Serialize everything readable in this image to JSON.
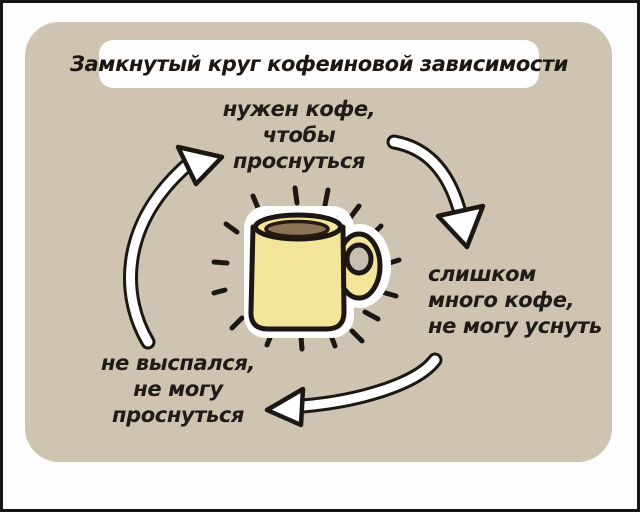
{
  "title": "Замкнутый круг кофеиновой зависимости",
  "cycle": {
    "type": "cycle-diagram",
    "steps": [
      {
        "id": "need-coffee-to-wake-up",
        "position": "top",
        "label": "нужен кофе,\nчтобы\nпроснуться"
      },
      {
        "id": "too-much-coffee-cant-sleep",
        "position": "right",
        "label": "слишком\nмного кофе,\nне могу уснуть"
      },
      {
        "id": "sleep-deprived-cant-wake-up",
        "position": "bottom-left",
        "label": "не выспался,\nне могу\nпроснуться"
      }
    ],
    "connectors": [
      {
        "from": "sleep-deprived-cant-wake-up",
        "to": "need-coffee-to-wake-up",
        "direction": "up-right"
      },
      {
        "from": "need-coffee-to-wake-up",
        "to": "too-much-coffee-cant-sleep",
        "direction": "down-right"
      },
      {
        "from": "too-much-coffee-cant-sleep",
        "to": "sleep-deprived-cant-wake-up",
        "direction": "left"
      }
    ],
    "center_icon": "coffee-mug-icon"
  },
  "colors": {
    "panel_background": "#cfc4b1",
    "page_margin": "#fdfdfd",
    "outer_border": "#161616",
    "ink": "#1c1713",
    "title_box": "#fefefe",
    "mug_body": "#f3e59a",
    "coffee": "#8e7457",
    "arrow_fill": "#ffffff"
  }
}
